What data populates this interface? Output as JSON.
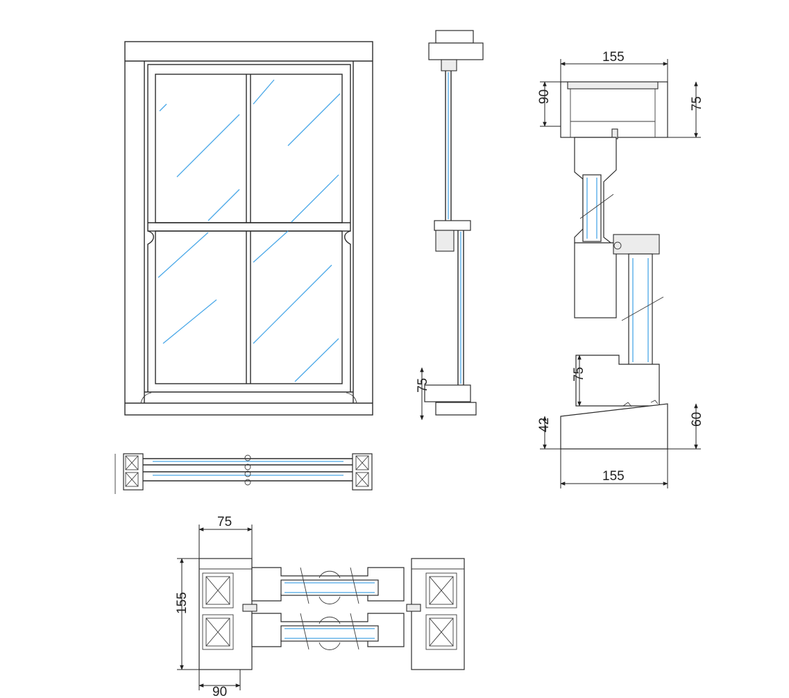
{
  "dimensions": {
    "head_width": "155",
    "head_height_left": "90",
    "head_height_right": "75",
    "bottom_rail_height": "75",
    "sill_left_height": "42",
    "sill_right_height": "60",
    "sill_width": "155",
    "side_view_bottom": "75",
    "plan_width": "75",
    "plan_height": "155",
    "plan_bottom": "90"
  },
  "colors": {
    "line": "#2b2b2b",
    "glass": "#4aa8e8",
    "fill": "#ececec"
  }
}
